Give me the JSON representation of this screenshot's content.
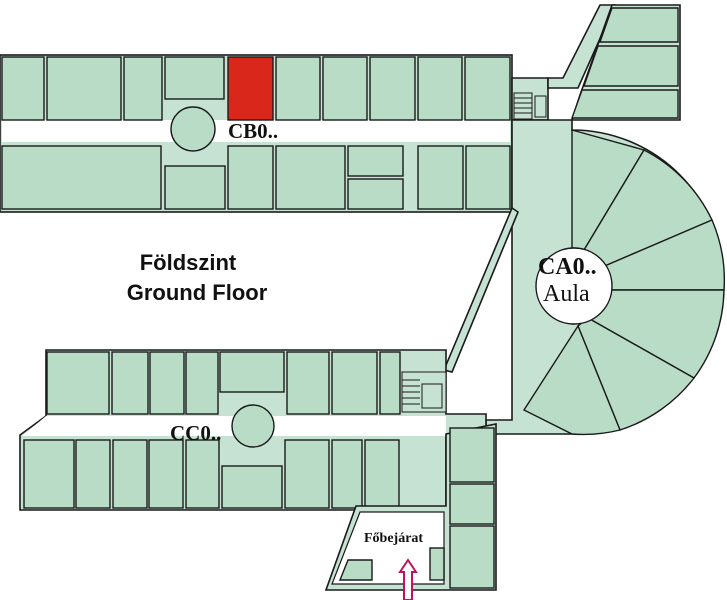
{
  "map": {
    "title_hu": "Földszint",
    "title_en": "Ground Floor",
    "labels": {
      "cb": "CB0..",
      "ca": "CA0..",
      "ca_sub": "Aula",
      "cc": "CC0..",
      "entrance": "Főbejárat"
    },
    "colors": {
      "room_fill": "#b9dcc7",
      "corridor_fill": "#c6e2d3",
      "highlight_fill": "#d9271c",
      "entrance_arrow": "#c0135e",
      "outline": "#1a1a1a"
    },
    "highlighted_room": "CB0..",
    "icons": [
      "staircase-icon",
      "entrance-arrow-icon"
    ]
  }
}
